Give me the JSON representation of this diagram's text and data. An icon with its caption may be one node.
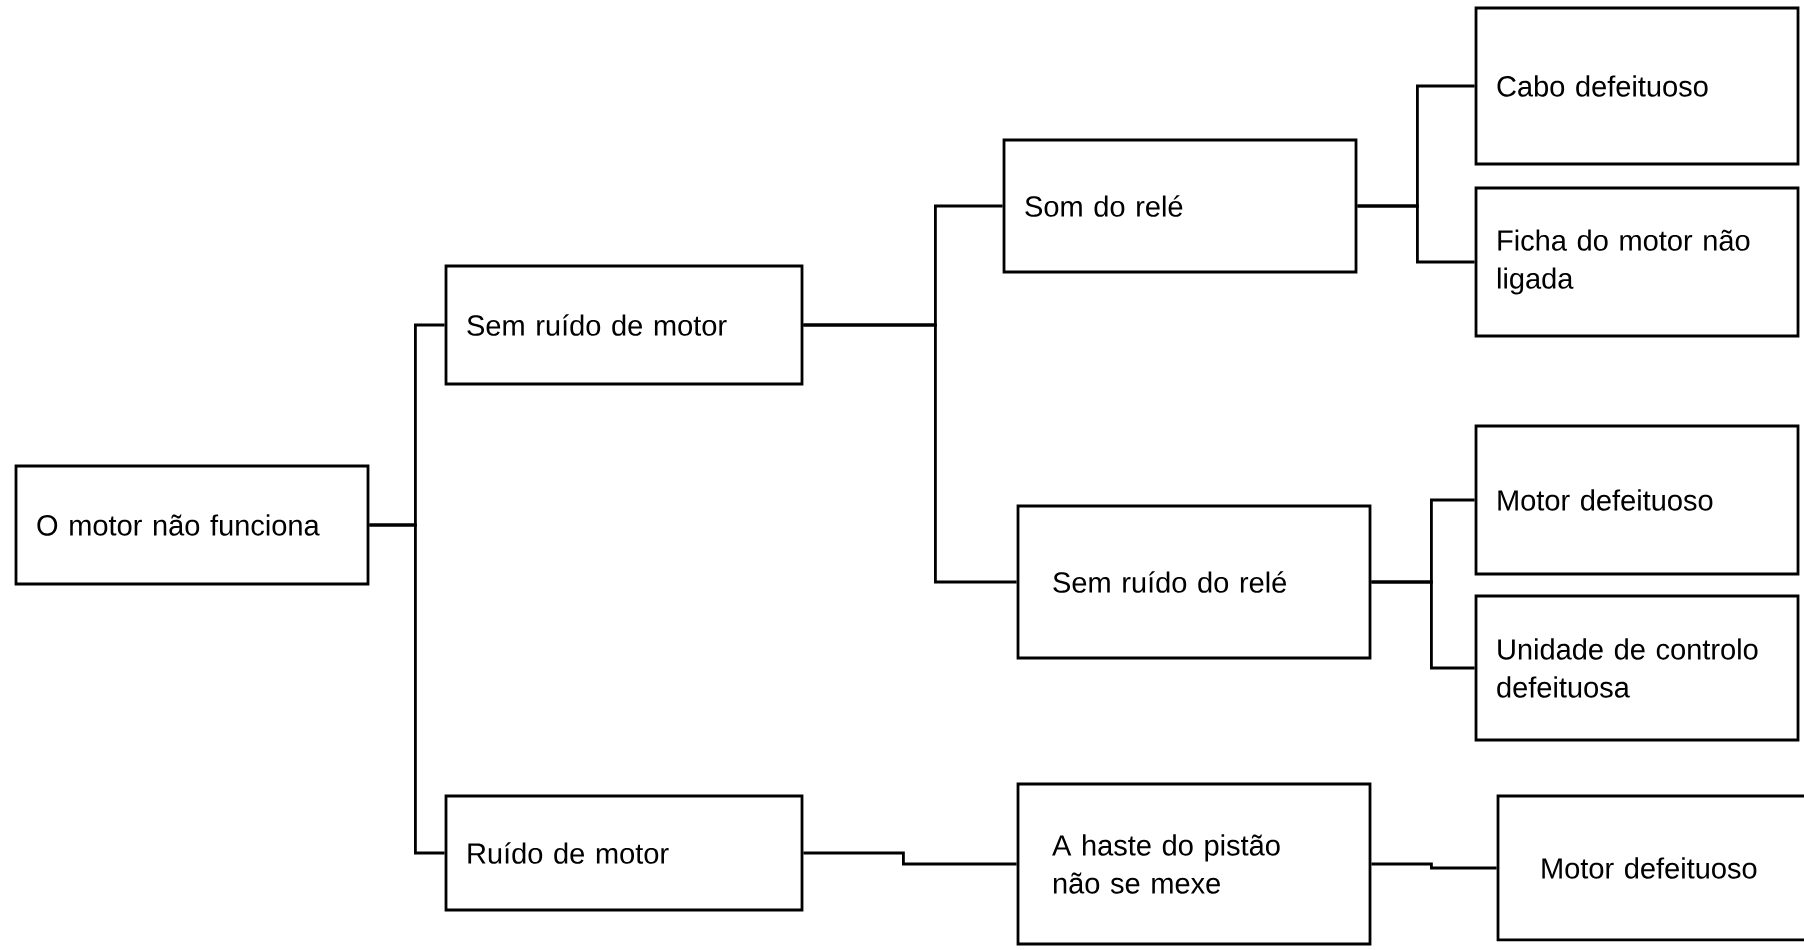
{
  "diagram": {
    "nodes": [
      {
        "text": [
          "O motor não funciona"
        ]
      },
      {
        "text": [
          "Sem ruído de motor"
        ]
      },
      {
        "text": [
          "Ruído de motor"
        ]
      },
      {
        "text": [
          "Som do relé"
        ]
      },
      {
        "text": [
          "Sem ruído do relé"
        ]
      },
      {
        "text": [
          "A haste do pistão não se mexe"
        ]
      },
      {
        "text": [
          "Cabo defeituoso"
        ]
      },
      {
        "text": [
          "Ficha do motor não ligada"
        ]
      },
      {
        "text": [
          "Motor defeituoso"
        ]
      },
      {
        "text": [
          "Unidade de controlo defeituosa"
        ]
      },
      {
        "text": [
          "Motor defeituoso"
        ]
      }
    ],
    "edges": [
      {
        "from": 0,
        "to": 1,
        "arrow": "none"
      },
      {
        "from": 0,
        "to": 2,
        "arrow": "none"
      },
      {
        "from": 1,
        "to": 3,
        "arrow": "none"
      },
      {
        "from": 1,
        "to": 4,
        "arrow": "none"
      },
      {
        "from": 3,
        "to": 6,
        "arrow": "none"
      },
      {
        "from": 3,
        "to": 7,
        "arrow": "none"
      },
      {
        "from": 4,
        "to": 8,
        "arrow": "none"
      },
      {
        "from": 4,
        "to": 9,
        "arrow": "none"
      },
      {
        "from": 2,
        "to": 5,
        "arrow": "none"
      },
      {
        "from": 5,
        "to": 10,
        "arrow": "none"
      }
    ]
  }
}
